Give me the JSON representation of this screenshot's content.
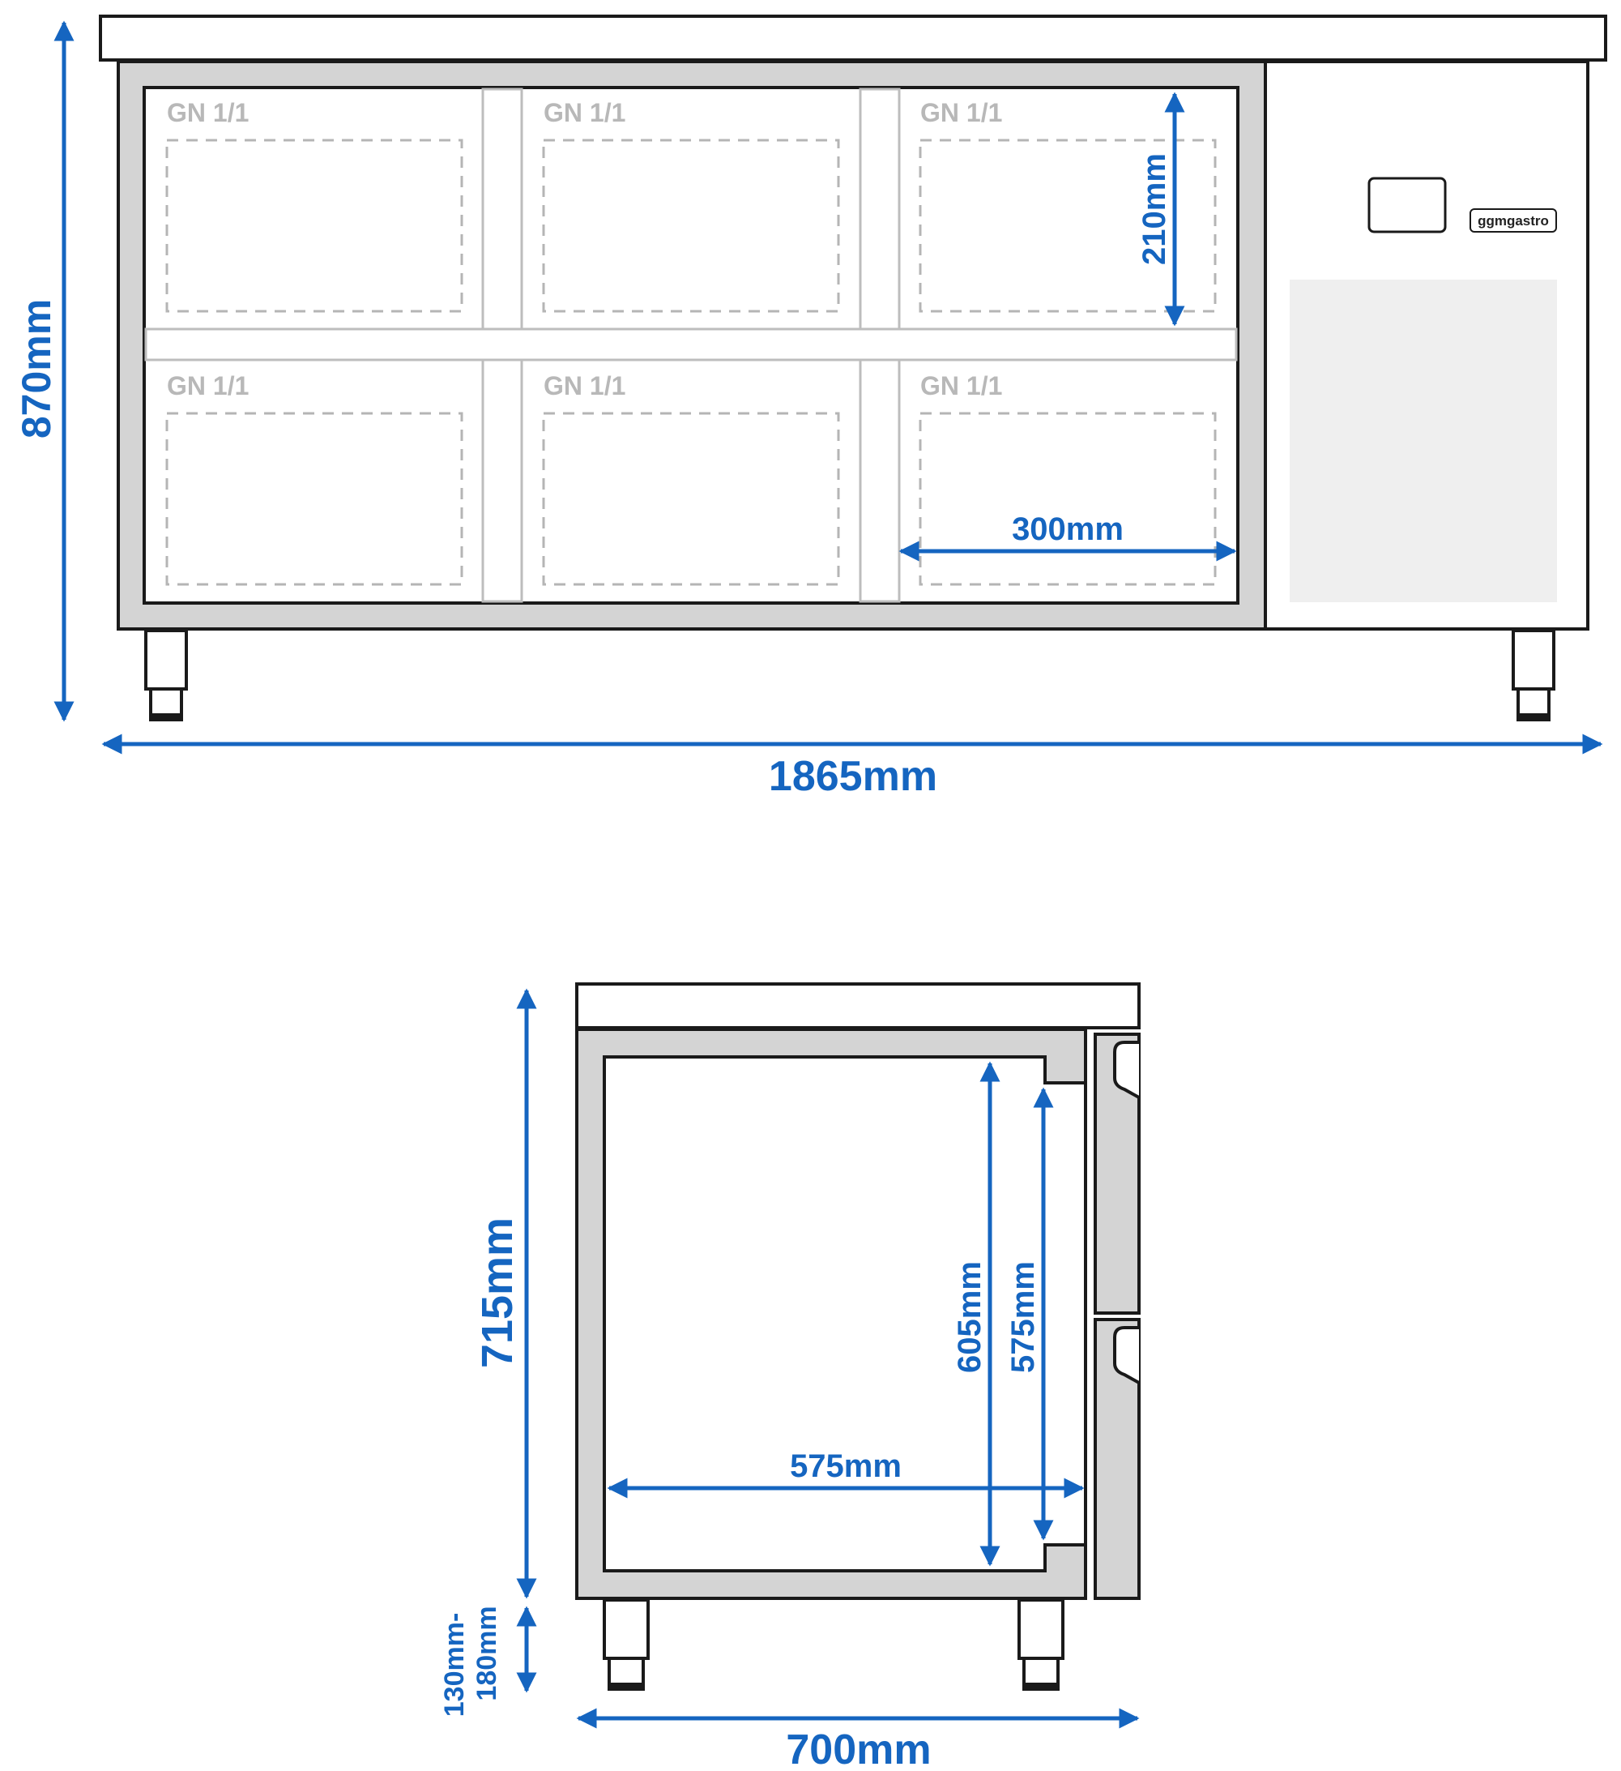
{
  "front_view": {
    "slots": [
      "GN 1/1",
      "GN 1/1",
      "GN 1/1",
      "GN 1/1",
      "GN 1/1",
      "GN 1/1"
    ],
    "brand": "ggmgastro",
    "dims": {
      "height": "870mm",
      "width": "1865mm",
      "slot_height": "210mm",
      "slot_width": "300mm"
    }
  },
  "side_view": {
    "dims": {
      "body_height": "715mm",
      "leg_height_line1": "130mm-",
      "leg_height_line2": "180mm",
      "depth": "700mm",
      "inner_height": "605mm",
      "door_inner_height": "575mm",
      "inner_depth": "575mm"
    }
  },
  "colors": {
    "dimension": "#1565c0",
    "outline": "#1a1a1a",
    "panel_gray": "#d4d4d4",
    "label_gray": "#b8b8b8"
  }
}
